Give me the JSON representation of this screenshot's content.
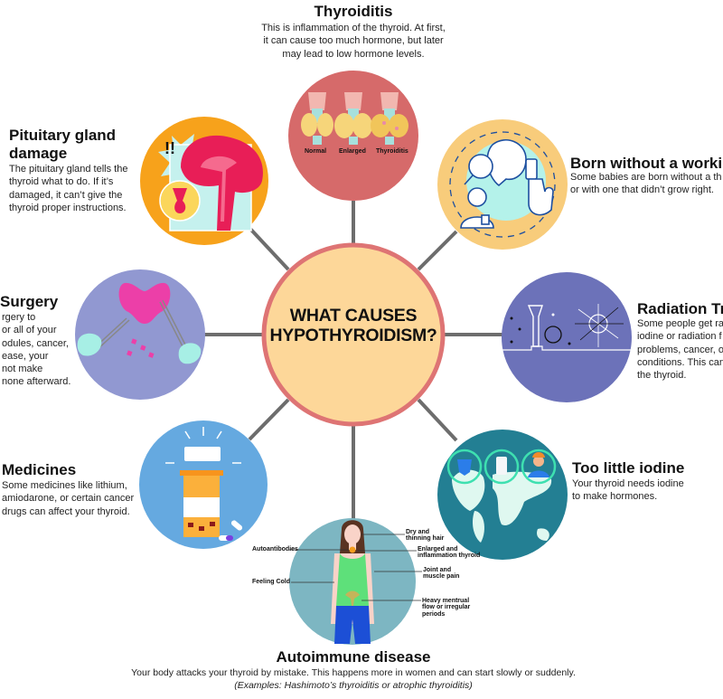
{
  "center": {
    "line1": "WHAT CAUSES",
    "line2": "HYPOTHYROIDISM?",
    "fill": "#fdd799",
    "border": "#de7474"
  },
  "connector_color": "#6d6d6d",
  "causes": {
    "thyroiditis": {
      "title": "Thyroiditis",
      "desc": [
        "This is inflammation of the thyroid. At first,",
        "it can cause too much hormone, but later",
        "may lead to low hormone levels."
      ],
      "labels": [
        "Normal",
        "Enlarged",
        "Thyroiditis"
      ],
      "color": "#d66a6a",
      "icon": "thyroid-gland-icon"
    },
    "pituitary": {
      "title_1": "Pituitary gland",
      "title_2": "damage",
      "desc": [
        "The pituitary gland tells the",
        "thyroid what to do. If it’s",
        "damaged, it can’t give the",
        "thyroid proper instructions."
      ],
      "color": "#f7a21b",
      "icon": "brain-icon",
      "exclaim": "!!"
    },
    "born": {
      "title": "Born without a working",
      "desc": [
        "Some babies are born without a th",
        "or with one that didn’t grow right."
      ],
      "color": "#f8cc7b",
      "icon": "baby-test-icon"
    },
    "surgery": {
      "title": "Surgery",
      "desc": [
        "rgery to",
        "or all of your",
        "odules, cancer,",
        "ease, your",
        "not make",
        "none afterward."
      ],
      "color": "#9198d1",
      "icon": "surgery-icon"
    },
    "radiation": {
      "title": "Radiation Tre",
      "desc": [
        "Some people get ra",
        "iodine or radiation f",
        "problems, cancer, o",
        "conditions. This can",
        "the thyroid."
      ],
      "color": "#6c72b9",
      "icon": "radiation-icon"
    },
    "medicines": {
      "title": "Medicines",
      "desc": [
        "Some medicines like lithium,",
        "amiodarone, or certain cancer",
        "drugs can affect your thyroid."
      ],
      "color": "#65a9e0",
      "icon": "pill-bottle-icon"
    },
    "iodine": {
      "title": "Too little iodine",
      "desc": [
        "Your thyroid needs iodine",
        "to make hormones."
      ],
      "color": "#237f93",
      "icon": "world-map-icon"
    },
    "autoimmune": {
      "title": "Autoimmune disease",
      "desc": "Your body attacks your thyroid by mistake. This happens more in women and can start slowly or suddenly.",
      "examples": "(Examples: Hashimoto’s thyroiditis or atrophic thyroiditis)",
      "color": "#7db6c2",
      "icon": "woman-body-icon",
      "labels": {
        "autoantibodies": "Autoantibodies",
        "feeling_cold": "Feeling Cold",
        "hair_1": "Dry and",
        "hair_2": "thinning hair",
        "thyroid_1": "Enlarged and",
        "thyroid_2": "inflammation thyroid",
        "joint_1": "Joint and",
        "joint_2": "muscle pain",
        "mens_1": "Heavy mentrual",
        "mens_2": "flow or irregular",
        "mens_3": "periods"
      }
    }
  }
}
